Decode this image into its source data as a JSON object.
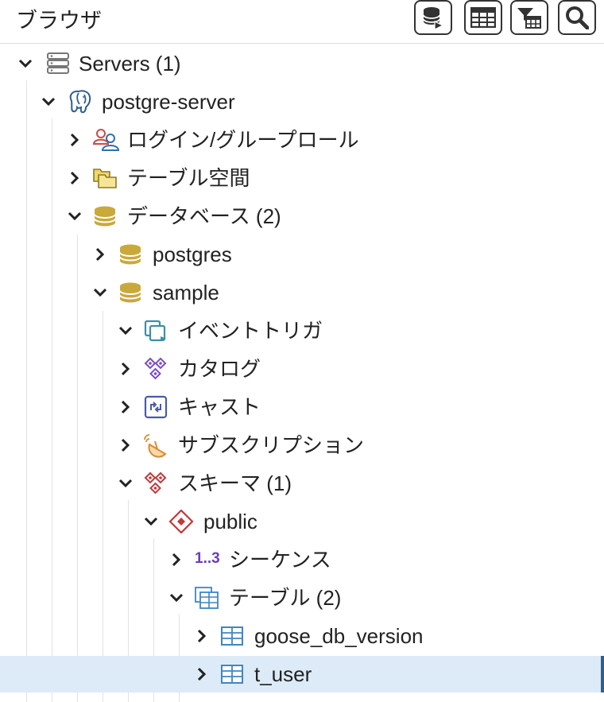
{
  "header": {
    "title": "ブラウザ",
    "toolbar": [
      {
        "icon": "query-tool-icon"
      },
      {
        "icon": "view-data-icon"
      },
      {
        "icon": "filtered-rows-icon"
      },
      {
        "icon": "search-objects-icon"
      }
    ]
  },
  "tree": {
    "servers": "Servers (1)",
    "server": "postgre-server",
    "login_roles": "ログイン/グループロール",
    "tablespaces": "テーブル空間",
    "databases": "データベース (2)",
    "db_postgres": "postgres",
    "db_sample": "sample",
    "event_triggers": "イベントトリガ",
    "catalogs": "カタログ",
    "casts": "キャスト",
    "subscriptions": "サブスクリプション",
    "schemas": "スキーマ (1)",
    "schema_public": "public",
    "sequences_badge": "1..3",
    "sequences": "シーケンス",
    "tables": "テーブル (2)",
    "table_goose": "goose_db_version",
    "table_user": "t_user"
  },
  "colors": {
    "selected_row": "#dcebf7",
    "accent": "#2f5f8a"
  }
}
